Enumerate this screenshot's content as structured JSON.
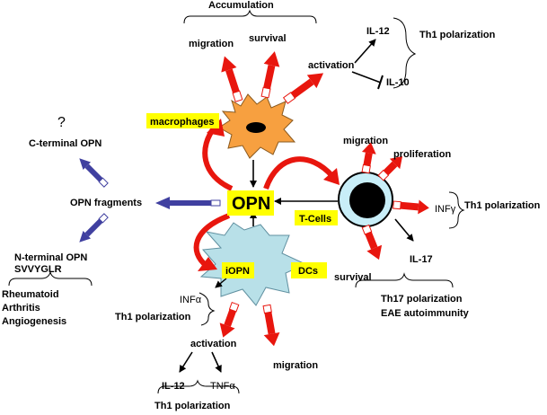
{
  "colors": {
    "highlight": "#FFFF00",
    "red_arrow": "#E8160E",
    "blue_arrow": "#4040A0",
    "macrophage": "#F7A040",
    "dc": "#B8E0E8",
    "tcell_ring": "#C8EEF8"
  },
  "top": {
    "accumulation": "Accumulation",
    "migration": "migration",
    "survival": "survival",
    "activation": "activation",
    "il12": "IL-12",
    "il10": "IL-10",
    "th1": "Th1 polarization"
  },
  "center": {
    "opn": "OPN",
    "macrophages": "macrophages",
    "tcells": "T-Cells",
    "iopn": "iOPN",
    "dcs": "DCs"
  },
  "left": {
    "question": "?",
    "cterminal": "C-terminal OPN",
    "fragments": "OPN fragments",
    "nterminal": "N-terminal OPN",
    "svvyglr": "SVVYGLR",
    "rheumatoid": "Rheumatoid",
    "arthritis": "Arthritis",
    "angiogenesis": "Angiogenesis"
  },
  "right": {
    "migration": "migration",
    "proliferation": "proliferation",
    "infg": "INFγ",
    "th1": "Th1 polarization",
    "il17": "IL-17",
    "survival": "survival",
    "th17": "Th17 polarization",
    "eae": "EAE autoimmunity"
  },
  "bottom": {
    "infa": "INFα",
    "th1_left": "Th1 polarization",
    "activation": "activation",
    "migration": "migration",
    "il12": "IL-12",
    "tnfa": "TNFα",
    "th1_bottom": "Th1 polarization"
  }
}
